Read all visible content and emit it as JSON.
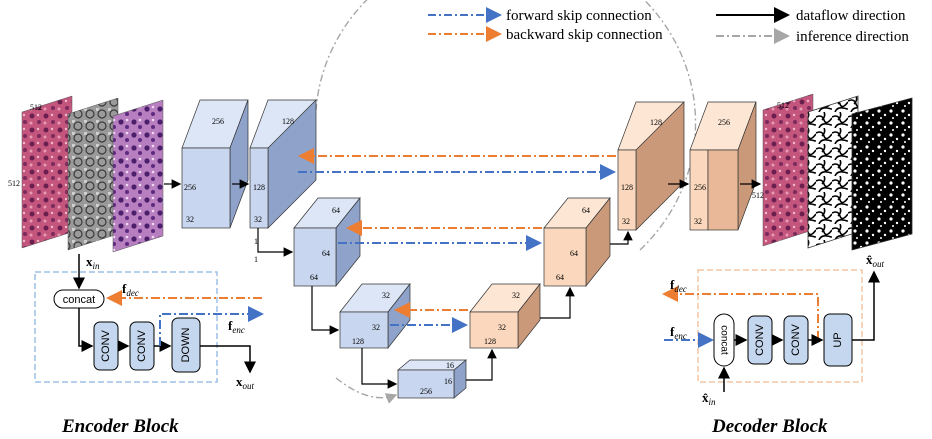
{
  "legend": {
    "forward": "forward skip connection",
    "backward": "backward skip connection",
    "dataflow": "dataflow direction",
    "inference": "inference direction"
  },
  "colors": {
    "forward": "#4472c4",
    "backward": "#ed7d31",
    "inference": "#a6a6a6",
    "enc_front": "#c9d6ef",
    "enc_side": "#8fa2c9",
    "enc_top": "#dce6f6",
    "dec_front": "#fbd8bd",
    "dec_side": "#c9997a",
    "dec_top": "#fde6d4",
    "block_fill": "#c5d7ee"
  },
  "encoder_cubes": [
    {
      "top": "256",
      "side": "256",
      "depth": "32"
    },
    {
      "top": "128",
      "side": "128",
      "depth": "32"
    },
    {
      "top": "64",
      "side": "64",
      "depth": "64"
    },
    {
      "top": "32",
      "side": "32",
      "depth": "128"
    },
    {
      "top": "16",
      "side": "16",
      "depth": "256"
    }
  ],
  "decoder_cubes": [
    {
      "top": "128",
      "side": "128",
      "depth": "32"
    },
    {
      "top": "256",
      "side": "256",
      "depth": "32"
    },
    {
      "top": "64",
      "side": "64",
      "depth": "64"
    },
    {
      "top": "32",
      "side": "32",
      "depth": "128"
    }
  ],
  "image_dims": {
    "input_top": "512",
    "input_side": "512",
    "output_top": "512",
    "output_side": "512"
  },
  "small_labels": {
    "one_a": "1",
    "one_b": "1"
  },
  "encoder_block": {
    "x_in": "x",
    "x_in_sub": "in",
    "concat": "concat",
    "f_dec": "f",
    "f_dec_sub": "dec",
    "f_enc": "f",
    "f_enc_sub": "enc",
    "conv1": "CONV",
    "conv2": "CONV",
    "down": "DOWN",
    "x_out": "x",
    "x_out_sub": "out",
    "title": "Encoder Block"
  },
  "decoder_block": {
    "x_out": "x̂",
    "x_out_sub": "out",
    "f_dec": "f",
    "f_dec_sub": "dec",
    "f_enc": "f",
    "f_enc_sub": "enc",
    "concat": "concat",
    "conv1": "CONV",
    "conv2": "CONV",
    "up": "UP",
    "x_in": "x̂",
    "x_in_sub": "in",
    "title": "Decoder Block"
  }
}
